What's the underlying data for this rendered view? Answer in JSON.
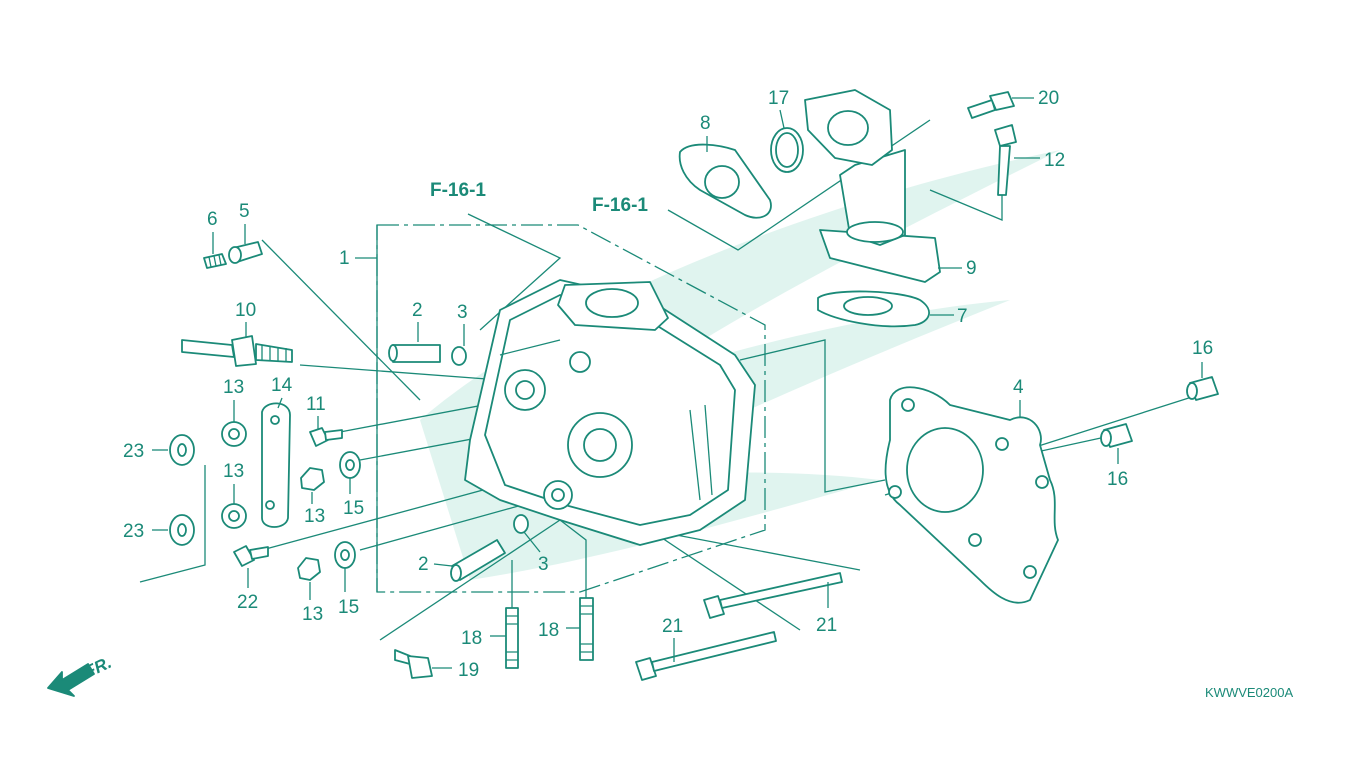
{
  "diagram": {
    "drawing_code": "KWWVE0200A",
    "front_indicator": "FR.",
    "reference_labels": [
      "F-16-1",
      "F-16-1"
    ],
    "callouts": [
      "1",
      "2",
      "2",
      "3",
      "3",
      "4",
      "5",
      "6",
      "7",
      "8",
      "9",
      "10",
      "11",
      "12",
      "13",
      "13",
      "13",
      "13",
      "14",
      "15",
      "15",
      "16",
      "16",
      "17",
      "18",
      "18",
      "19",
      "20",
      "21",
      "21",
      "22",
      "23",
      "23"
    ],
    "colors": {
      "line": "#1b8a78",
      "watermark": "#d6f0ea",
      "background": "#ffffff"
    }
  }
}
